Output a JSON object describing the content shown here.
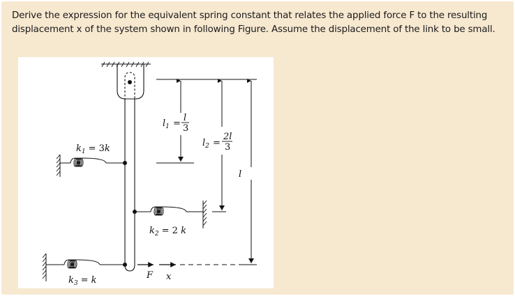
{
  "question": {
    "text": "Derive the expression for the equivalent spring constant that relates the applied force F to the resulting displacement x of the system shown in following Figure. Assume the displacement of the link to be small."
  },
  "figure": {
    "springs": [
      {
        "name": "k1",
        "symbol": "k",
        "subscript": "1",
        "value": "= 3k"
      },
      {
        "name": "k2",
        "symbol": "k",
        "subscript": "2",
        "value": "= 2 k"
      },
      {
        "name": "k3",
        "symbol": "k",
        "subscript": "3",
        "value": "= k"
      }
    ],
    "dimensions": {
      "l1": {
        "symbol": "l",
        "subscript": "1",
        "eq": "=",
        "numerator": "l",
        "denominator": "3"
      },
      "l2": {
        "symbol": "l",
        "subscript": "2",
        "eq": "=",
        "numerator": "2l",
        "denominator": "3"
      },
      "l": {
        "symbol": "l"
      }
    },
    "force_label": "F",
    "displacement_label": "x"
  },
  "colors": {
    "panel_bg": "#f7e8d0",
    "figure_bg": "#ffffff",
    "ink": "#111111"
  }
}
